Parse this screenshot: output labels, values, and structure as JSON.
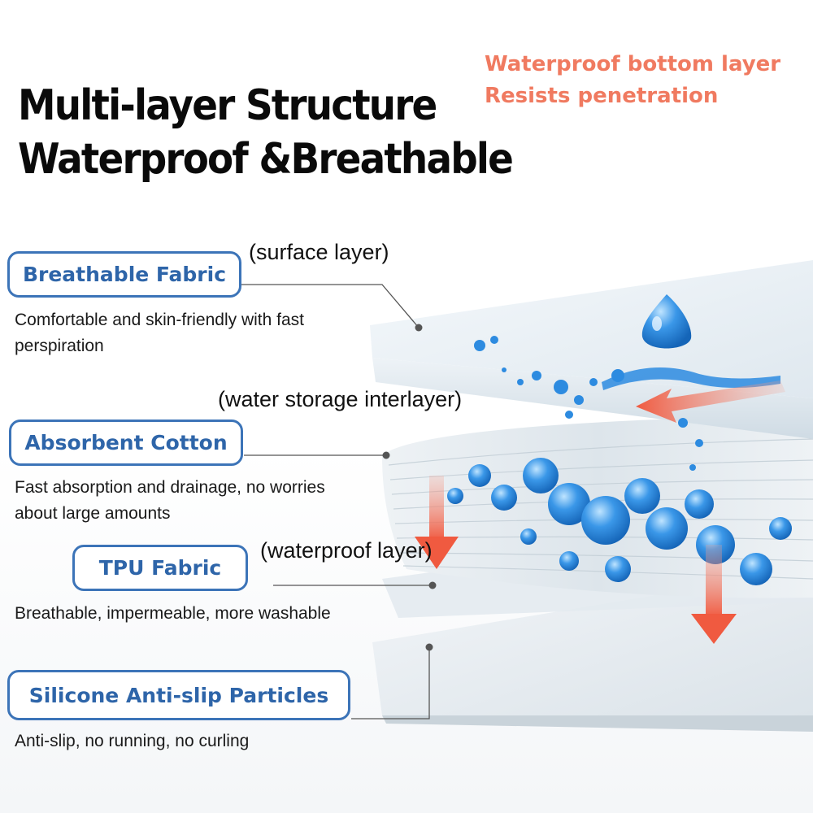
{
  "title": {
    "line1": "Multi-layer Structure",
    "line2": "Waterproof &Breathable"
  },
  "note": {
    "line1": "Waterproof bottom layer",
    "line2": "Resists penetration",
    "color": "#f07a60"
  },
  "layers": [
    {
      "name": "Breathable Fabric",
      "sublabel": "(surface layer)",
      "desc1": "Comfortable and skin-friendly with fast",
      "desc2": "perspiration"
    },
    {
      "name": "Absorbent Cotton",
      "sublabel": "(water storage interlayer)",
      "desc1": "Fast absorption and drainage, no worries",
      "desc2": "about large amounts"
    },
    {
      "name": "TPU Fabric",
      "sublabel": "(waterproof layer)",
      "desc1": "Breathable, impermeable, more washable"
    },
    {
      "name": "Silicone Anti-slip Particles",
      "desc1": "Anti-slip, no running, no curling"
    }
  ],
  "colors": {
    "label_blue": "#3c74b8",
    "water_blue": "#2d8be0",
    "arrow_red": "#f05a40"
  }
}
